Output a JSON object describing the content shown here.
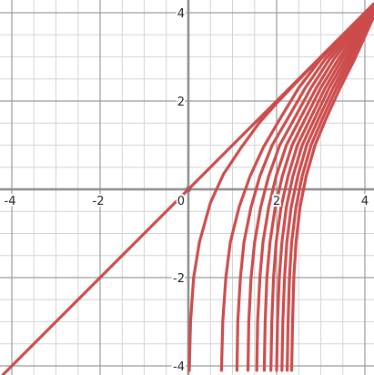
{
  "chart_data": {
    "type": "line",
    "title": "",
    "xlabel": "",
    "ylabel": "",
    "xlim": [
      -4.2,
      4.2
    ],
    "ylim": [
      -4.1,
      4.2
    ],
    "grid": true,
    "minor_grid_step": 0.5,
    "major_grid_step": 2,
    "x_tick_labels": [
      {
        "value": -4,
        "label": "-4"
      },
      {
        "value": -2,
        "label": "-2"
      },
      {
        "value": 0,
        "label": "0"
      },
      {
        "value": 2,
        "label": "2"
      },
      {
        "value": 4,
        "label": "4"
      }
    ],
    "y_tick_labels": [
      {
        "value": 4,
        "label": "4"
      },
      {
        "value": 2,
        "label": "2"
      },
      {
        "value": -2,
        "label": "-2"
      },
      {
        "value": -4,
        "label": "-4"
      }
    ],
    "series_color": "#cc4b4b",
    "series": [
      {
        "points": [
          [
            -4.2,
            -4.2
          ],
          [
            -3,
            -3
          ],
          [
            -2,
            -2
          ],
          [
            -1,
            -1
          ],
          [
            0,
            0
          ],
          [
            1,
            1
          ],
          [
            2,
            2
          ],
          [
            3,
            3
          ],
          [
            4,
            4
          ],
          [
            4.2,
            4.2
          ]
        ]
      },
      {
        "points": [
          [
            0.02,
            -4.1
          ],
          [
            0.05,
            -3
          ],
          [
            0.12,
            -2
          ],
          [
            0.25,
            -1.2
          ],
          [
            0.5,
            -0.3
          ],
          [
            0.8,
            0.35
          ],
          [
            1.2,
            0.95
          ],
          [
            1.6,
            1.5
          ],
          [
            2,
            1.95
          ],
          [
            3,
            3
          ],
          [
            4.2,
            4.2
          ]
        ]
      },
      {
        "points": [
          [
            0.75,
            -4.1
          ],
          [
            0.78,
            -3
          ],
          [
            0.85,
            -2
          ],
          [
            0.95,
            -1.2
          ],
          [
            1.15,
            -0.4
          ],
          [
            1.4,
            0.3
          ],
          [
            1.7,
            0.95
          ],
          [
            2.05,
            1.55
          ],
          [
            2.5,
            2.3
          ],
          [
            3,
            2.95
          ],
          [
            4.2,
            4.18
          ]
        ]
      },
      {
        "points": [
          [
            1.1,
            -4.1
          ],
          [
            1.12,
            -3
          ],
          [
            1.18,
            -2
          ],
          [
            1.26,
            -1.2
          ],
          [
            1.42,
            -0.4
          ],
          [
            1.62,
            0.3
          ],
          [
            1.9,
            1
          ],
          [
            2.25,
            1.6
          ],
          [
            2.65,
            2.3
          ],
          [
            3.1,
            2.95
          ],
          [
            4.2,
            4.15
          ]
        ]
      },
      {
        "points": [
          [
            1.35,
            -4.1
          ],
          [
            1.37,
            -3
          ],
          [
            1.42,
            -2
          ],
          [
            1.5,
            -1.2
          ],
          [
            1.64,
            -0.4
          ],
          [
            1.82,
            0.3
          ],
          [
            2.07,
            1
          ],
          [
            2.4,
            1.6
          ],
          [
            2.78,
            2.3
          ],
          [
            3.2,
            2.95
          ],
          [
            4.2,
            4.12
          ]
        ]
      },
      {
        "points": [
          [
            1.55,
            -4.1
          ],
          [
            1.57,
            -3
          ],
          [
            1.62,
            -2
          ],
          [
            1.69,
            -1.2
          ],
          [
            1.82,
            -0.4
          ],
          [
            1.99,
            0.3
          ],
          [
            2.22,
            1
          ],
          [
            2.53,
            1.6
          ],
          [
            2.9,
            2.3
          ],
          [
            3.3,
            2.95
          ],
          [
            4.2,
            4.09
          ]
        ]
      },
      {
        "points": [
          [
            1.72,
            -4.1
          ],
          [
            1.74,
            -3
          ],
          [
            1.78,
            -2
          ],
          [
            1.85,
            -1.2
          ],
          [
            1.97,
            -0.4
          ],
          [
            2.13,
            0.3
          ],
          [
            2.35,
            1
          ],
          [
            2.65,
            1.6
          ],
          [
            3,
            2.3
          ],
          [
            3.4,
            2.95
          ],
          [
            4.2,
            4.06
          ]
        ]
      },
      {
        "points": [
          [
            1.87,
            -4.1
          ],
          [
            1.89,
            -3
          ],
          [
            1.93,
            -2
          ],
          [
            1.99,
            -1.2
          ],
          [
            2.1,
            -0.4
          ],
          [
            2.26,
            0.3
          ],
          [
            2.47,
            1
          ],
          [
            2.76,
            1.6
          ],
          [
            3.1,
            2.3
          ],
          [
            3.48,
            2.95
          ],
          [
            4.2,
            4.03
          ]
        ]
      },
      {
        "points": [
          [
            2,
            -4.1
          ],
          [
            2.02,
            -3
          ],
          [
            2.06,
            -2
          ],
          [
            2.12,
            -1.2
          ],
          [
            2.22,
            -0.4
          ],
          [
            2.37,
            0.3
          ],
          [
            2.58,
            1
          ],
          [
            2.86,
            1.6
          ],
          [
            3.19,
            2.3
          ],
          [
            3.56,
            2.95
          ],
          [
            4.2,
            4
          ]
        ]
      },
      {
        "points": [
          [
            2.12,
            -4.1
          ],
          [
            2.14,
            -3
          ],
          [
            2.18,
            -2
          ],
          [
            2.23,
            -1.2
          ],
          [
            2.33,
            -0.4
          ],
          [
            2.48,
            0.3
          ],
          [
            2.68,
            1
          ],
          [
            2.95,
            1.6
          ],
          [
            3.28,
            2.3
          ],
          [
            3.63,
            2.95
          ],
          [
            4.2,
            3.97
          ]
        ]
      },
      {
        "points": [
          [
            2.24,
            -4.1
          ],
          [
            2.26,
            -3
          ],
          [
            2.29,
            -2
          ],
          [
            2.34,
            -1.2
          ],
          [
            2.44,
            -0.4
          ],
          [
            2.58,
            0.3
          ],
          [
            2.78,
            1
          ],
          [
            3.04,
            1.6
          ],
          [
            3.36,
            2.3
          ],
          [
            3.7,
            2.95
          ],
          [
            4.2,
            3.94
          ]
        ]
      },
      {
        "points": [
          [
            2.34,
            -4.1
          ],
          [
            2.36,
            -3
          ],
          [
            2.39,
            -2
          ],
          [
            2.44,
            -1.2
          ],
          [
            2.53,
            -0.4
          ],
          [
            2.67,
            0.3
          ],
          [
            2.87,
            1
          ],
          [
            3.12,
            1.6
          ],
          [
            3.44,
            2.3
          ],
          [
            3.77,
            2.95
          ],
          [
            4.2,
            3.91
          ]
        ]
      }
    ]
  }
}
